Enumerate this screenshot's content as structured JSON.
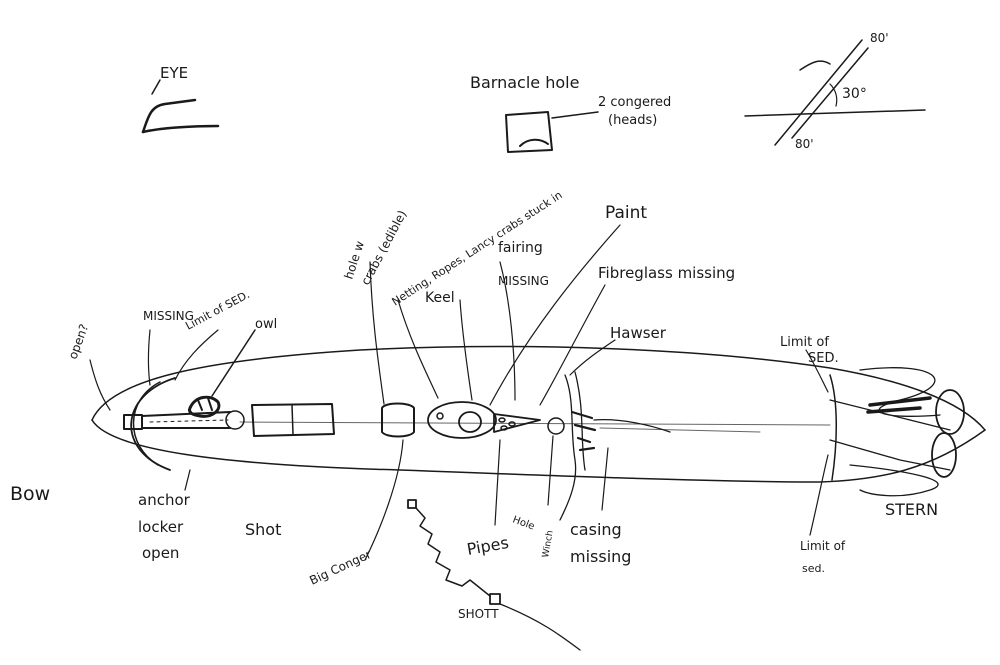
{
  "labels": {
    "eye": "EYE",
    "barnacle_hole": "Barnacle hole",
    "congers_1": "2 congered",
    "congers_2": "(heads)",
    "angle_top": "80'",
    "angle_mid": "30°",
    "angle_bottom": "80'",
    "hole_w_crabs_1": "hole w",
    "hole_w_crabs_2": "crabs (edible)",
    "netting": "Netting, Ropes, Lancy crabs stuck in",
    "keel": "Keel",
    "fairing_1": "fairing",
    "fairing_2": "MISSING",
    "paint": "Paint",
    "fibreglass": "Fibreglass missing",
    "hawser": "Hawser",
    "limit_sed_right_1": "Limit of",
    "limit_sed_right_2": "SED.",
    "open_q": "open?",
    "missing": "MISSING",
    "limit_sed_left": "Limit of SED.",
    "owl": "owl",
    "bow": "Bow",
    "anchor_1": "anchor",
    "anchor_2": "locker",
    "anchor_3": "open",
    "shot_left": "Shot",
    "big_conger": "Big Conger",
    "pipes": "Pipes",
    "hole": "Hole",
    "winch": "Winch",
    "casing_1": "casing",
    "casing_2": "missing",
    "shott": "SHOTT",
    "stern": "STERN",
    "limit_sed_bottom_1": "Limit of",
    "limit_sed_bottom_2": "sed."
  }
}
